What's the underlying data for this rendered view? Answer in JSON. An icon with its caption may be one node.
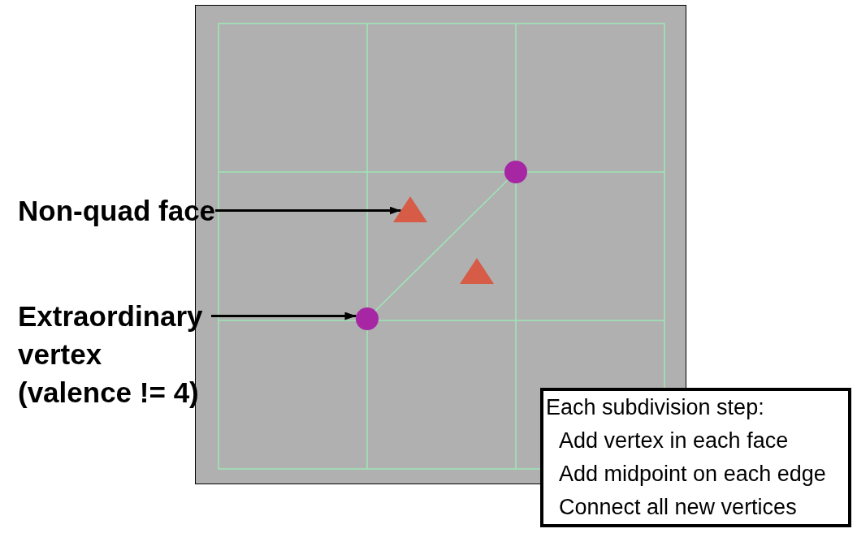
{
  "diagram": {
    "nodes": [
      {
        "text": [
          "Non-quad face"
        ]
      },
      {
        "text": [],
        "shape": "triangle"
      },
      {
        "text": [
          "Extraordinary vertex (valence != 4)"
        ]
      },
      {
        "text": [],
        "shape": "circle"
      },
      {
        "text": [
          "Each subdivision step:",
          "Add vertex in each face",
          "Add midpoint on each edge",
          "Connect all new vertices"
        ]
      }
    ],
    "edges": [
      {
        "from": 0,
        "to": 1,
        "arrow": "to"
      },
      {
        "from": 2,
        "to": 3,
        "arrow": "to"
      }
    ]
  }
}
